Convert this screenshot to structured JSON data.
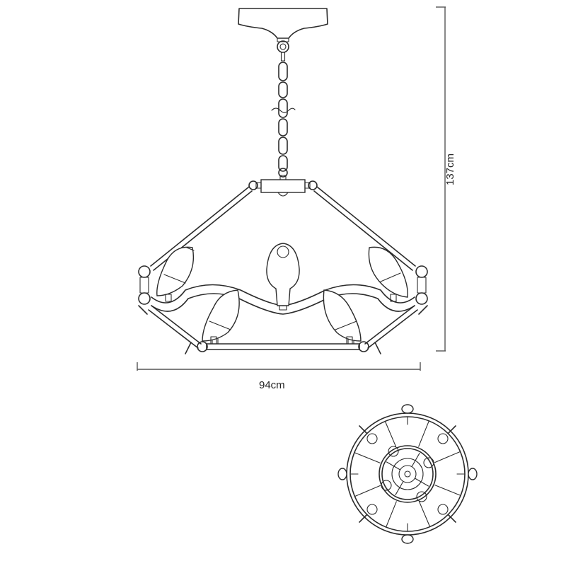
{
  "diagram": {
    "type": "product dimension line drawing",
    "subject": "bird chandelier pendant",
    "views": [
      "front elevation",
      "underside (bottom) view"
    ],
    "dimensions": {
      "height": {
        "value": 137,
        "unit": "cm",
        "label": "137cm"
      },
      "width": {
        "value": 94,
        "unit": "cm",
        "label": "94cm"
      }
    },
    "components": [
      "ceiling canopy",
      "chain",
      "chain break marker",
      "central hub",
      "support arms",
      "wavy ring",
      "lower ring bar",
      "bird shades",
      "center egg shade"
    ],
    "colors": {
      "line": "#2b2b2b",
      "dimension_line": "#555555",
      "background": "#ffffff"
    }
  }
}
